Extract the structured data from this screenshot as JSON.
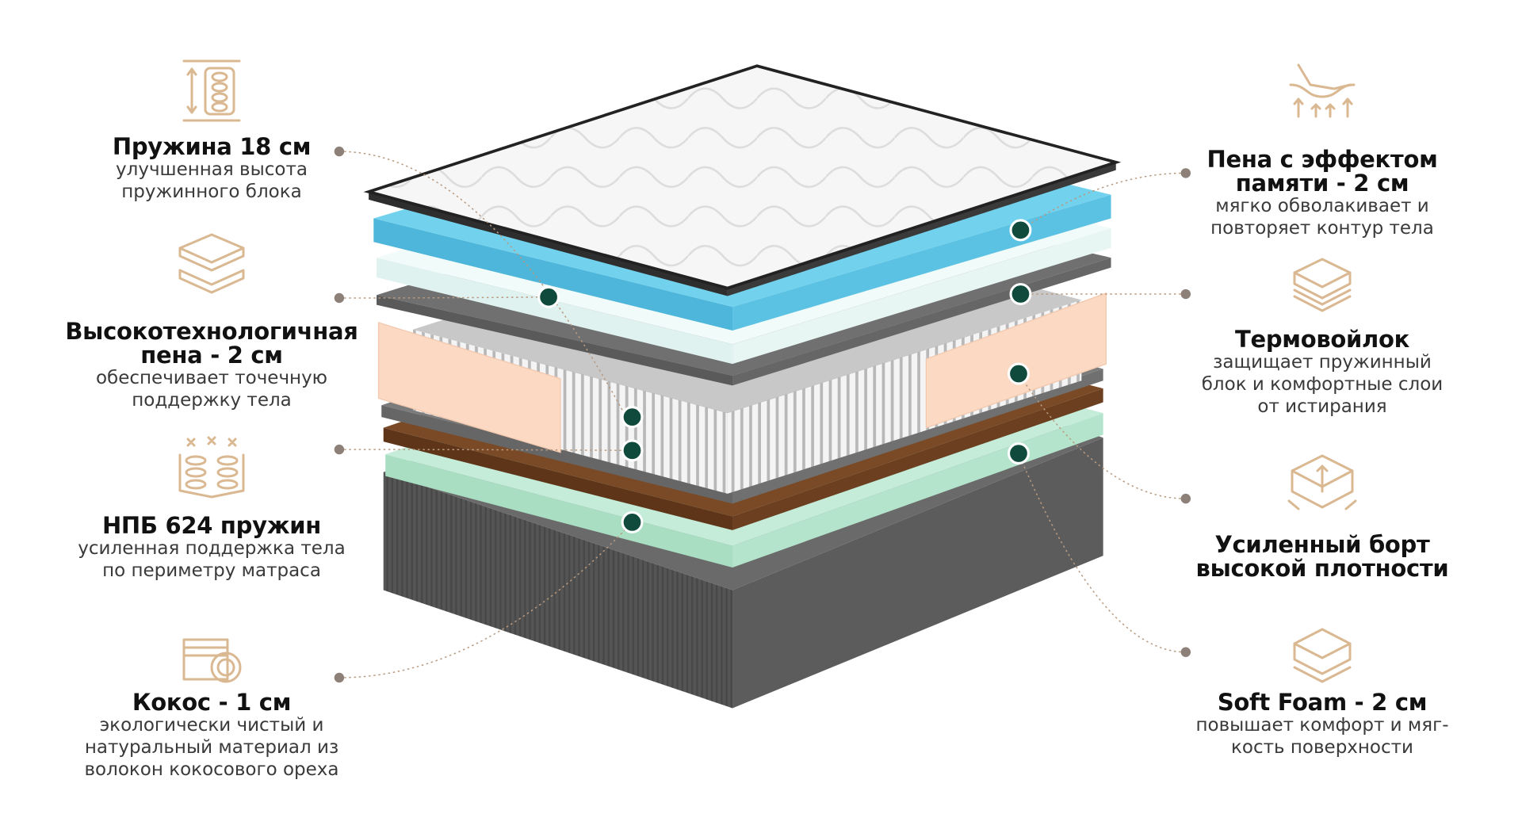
{
  "left_items": [
    {
      "icon": "spring-height-icon",
      "title": [
        "Пружина 18 см"
      ],
      "desc": [
        "улучшенная высота",
        "пружинного блока"
      ]
    },
    {
      "icon": "foam-layers-icon",
      "title": [
        "Высокотехнологичная",
        "пена - 2 см"
      ],
      "desc": [
        "обеспечивает точечную",
        "поддержку тела"
      ]
    },
    {
      "icon": "spring-block-icon",
      "title": [
        "НПБ 624 пружин"
      ],
      "desc": [
        "усиленная поддержка тела",
        "по периметру матраса"
      ]
    },
    {
      "icon": "coconut-icon",
      "title": [
        "Кокос - 1 см"
      ],
      "desc": [
        "экологически чистый и",
        "натуральный материал из",
        "волокон кокосового ореха"
      ]
    }
  ],
  "right_items": [
    {
      "icon": "hand-memory-foam-icon",
      "title": [
        "Пена с эффектом",
        "памяти - 2 см"
      ],
      "desc": [
        "мягко обволакивает и",
        "повторяет контур тела"
      ]
    },
    {
      "icon": "felt-layer-icon",
      "title": [
        "Термовойлок"
      ],
      "desc": [
        "защищает пружинный",
        "блок и комфортные слои",
        "от истирания"
      ]
    },
    {
      "icon": "reinforced-edge-icon",
      "title": [
        "Усиленный борт",
        "высокой плотности"
      ],
      "desc": []
    },
    {
      "icon": "soft-foam-icon",
      "title": [
        "Soft Foam - 2 см"
      ],
      "desc": [
        "повышает комфорт и мяг-",
        "кость поверхности"
      ]
    }
  ],
  "colors": {
    "accent": "#d9b892",
    "marker": "#0f4a3c",
    "leader": "#b89a80",
    "dot": "#8c8078"
  }
}
